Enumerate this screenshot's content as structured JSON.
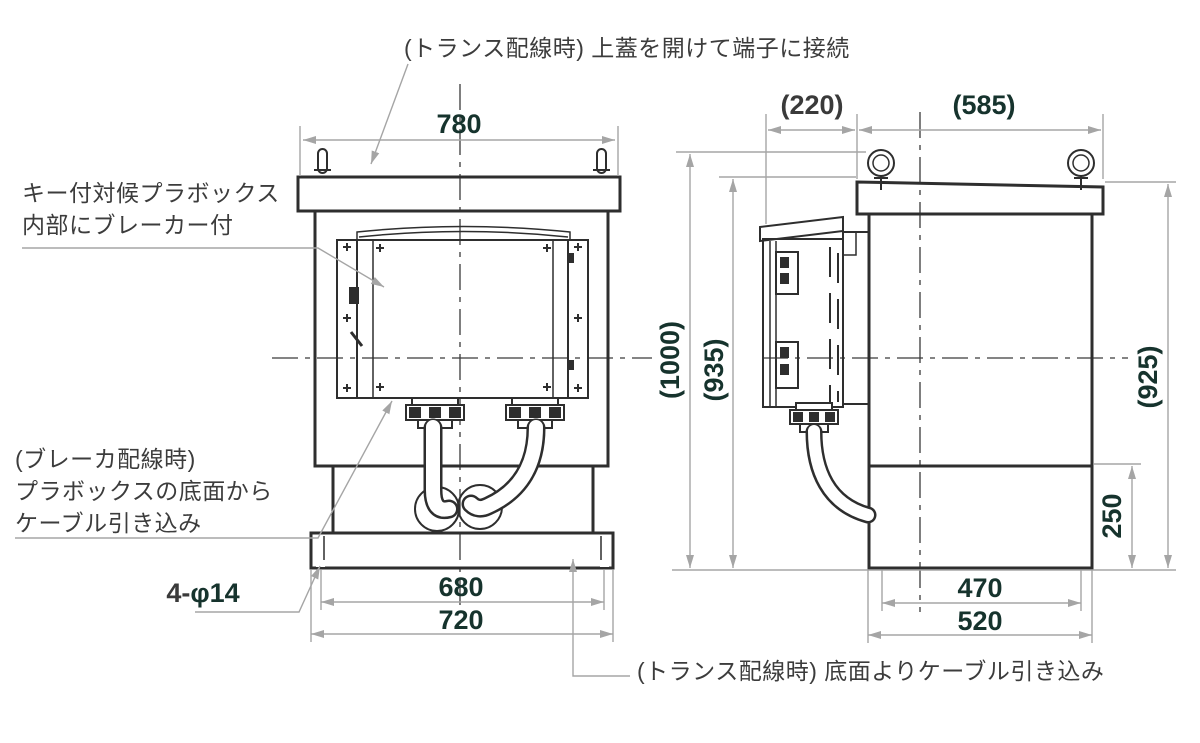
{
  "drawing": {
    "notes": {
      "top": "(トランス配線時) 上蓋を開けて端子に接続",
      "prabox1": "キー付対候プラボックス",
      "prabox2": "内部にブレーカー付",
      "breaker1": "(ブレーカ配線時)",
      "breaker2": "プラボックスの底面から",
      "breaker3": "ケーブル引き込み",
      "bottom": "(トランス配線時) 底面よりケーブル引き込み"
    },
    "dims": {
      "front_top_width": "780",
      "front_hole_span": "680",
      "front_base_width": "720",
      "side_box_depth": "(220)",
      "side_top_depth": "(585)",
      "side_overall_height": "(1000)",
      "side_front_height": "(935)",
      "side_rear_height": "(925)",
      "side_base_height": "250",
      "side_hole_span": "470",
      "side_base_depth": "520",
      "mount_holes_prefix": "4-",
      "mount_holes_value": "φ14"
    },
    "colors": {
      "dimension_text": "#16332d",
      "line": "#2e2e2e",
      "leader": "#a5a5a5",
      "note_text": "#3c3c3c"
    }
  }
}
